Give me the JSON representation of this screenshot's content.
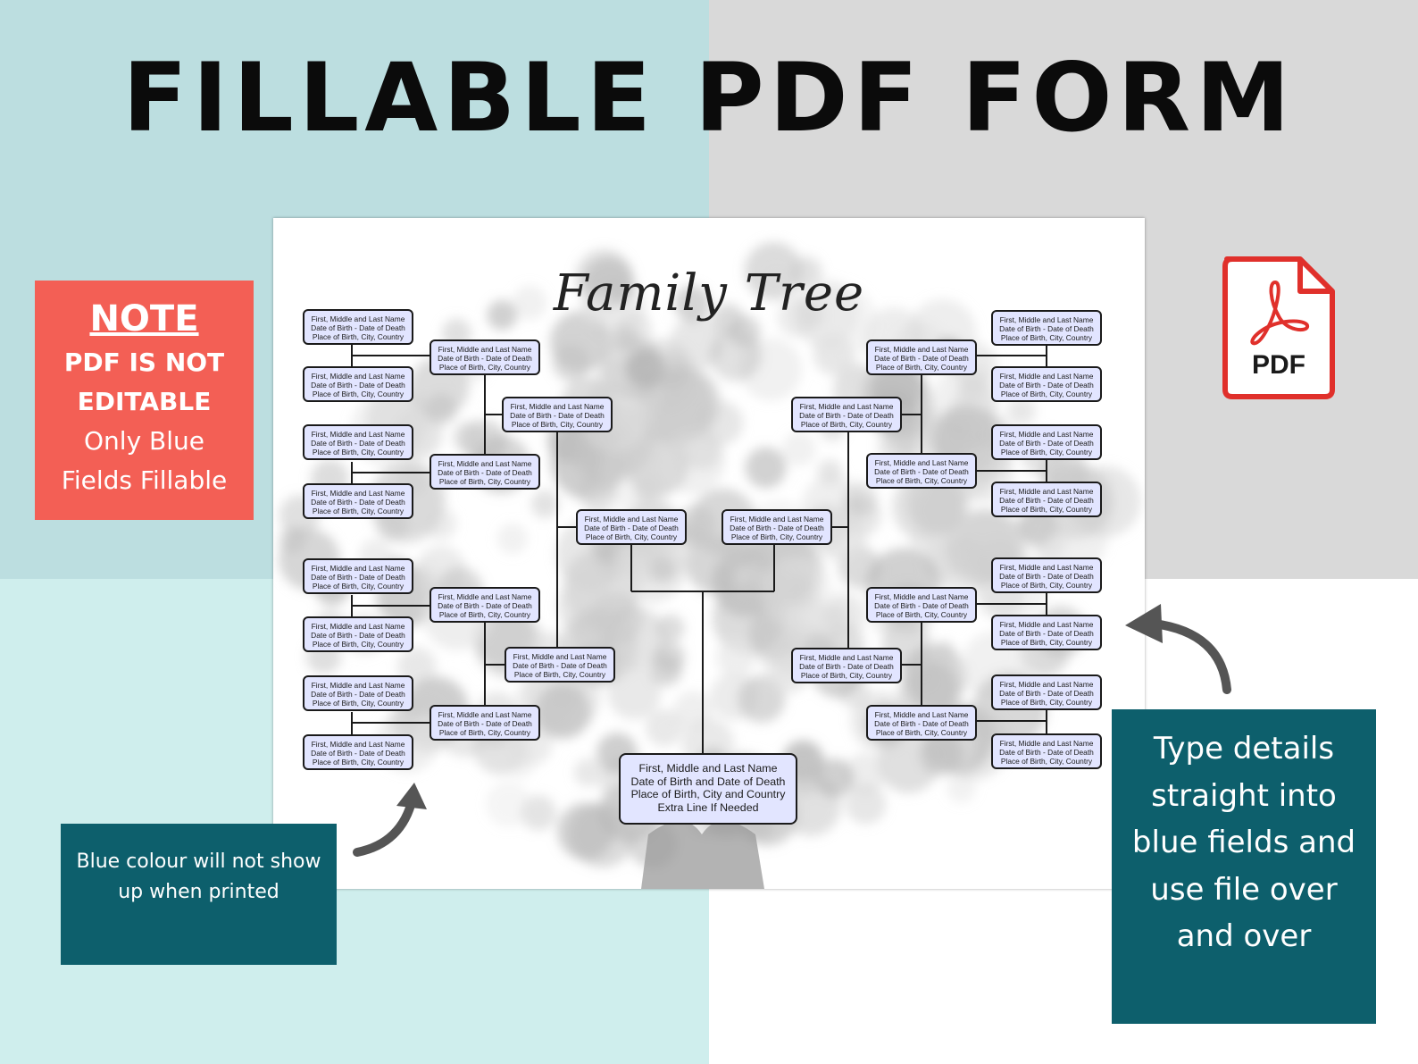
{
  "headline": "FILLABLE PDF FORM",
  "note": {
    "heading": "NOTE",
    "line1": "PDF IS NOT",
    "line2": "EDITABLE",
    "line3": "Only Blue",
    "line4": "Fields Fillable"
  },
  "pdf_icon": {
    "label": "PDF",
    "icon": "adobe-pdf-icon",
    "color": "#e0302b"
  },
  "print_note": "Blue colour will not show up when printed",
  "type_note": "Type details straight into blue fields and use file over and over",
  "sheet": {
    "title": "Family Tree",
    "field_line1": "First, Middle and Last Name",
    "field_line2": "Date of Birth - Date of Death",
    "field_line3": "Place of Birth, City, Country",
    "main": {
      "line1": "First, Middle and Last Name",
      "line2": "Date of Birth and Date of Death",
      "line3": "Place of Birth, City and Country",
      "line4": "Extra Line If Needed"
    }
  },
  "colors": {
    "left_top_bg": "#bcdee0",
    "right_top_bg": "#d9d9d9",
    "left_bottom_bg": "#cfeeed",
    "right_bottom_bg": "#ffffff",
    "note_bg": "#f35f55",
    "panel_bg": "#0d5f6c",
    "field_blue": "#e2e5ff"
  }
}
